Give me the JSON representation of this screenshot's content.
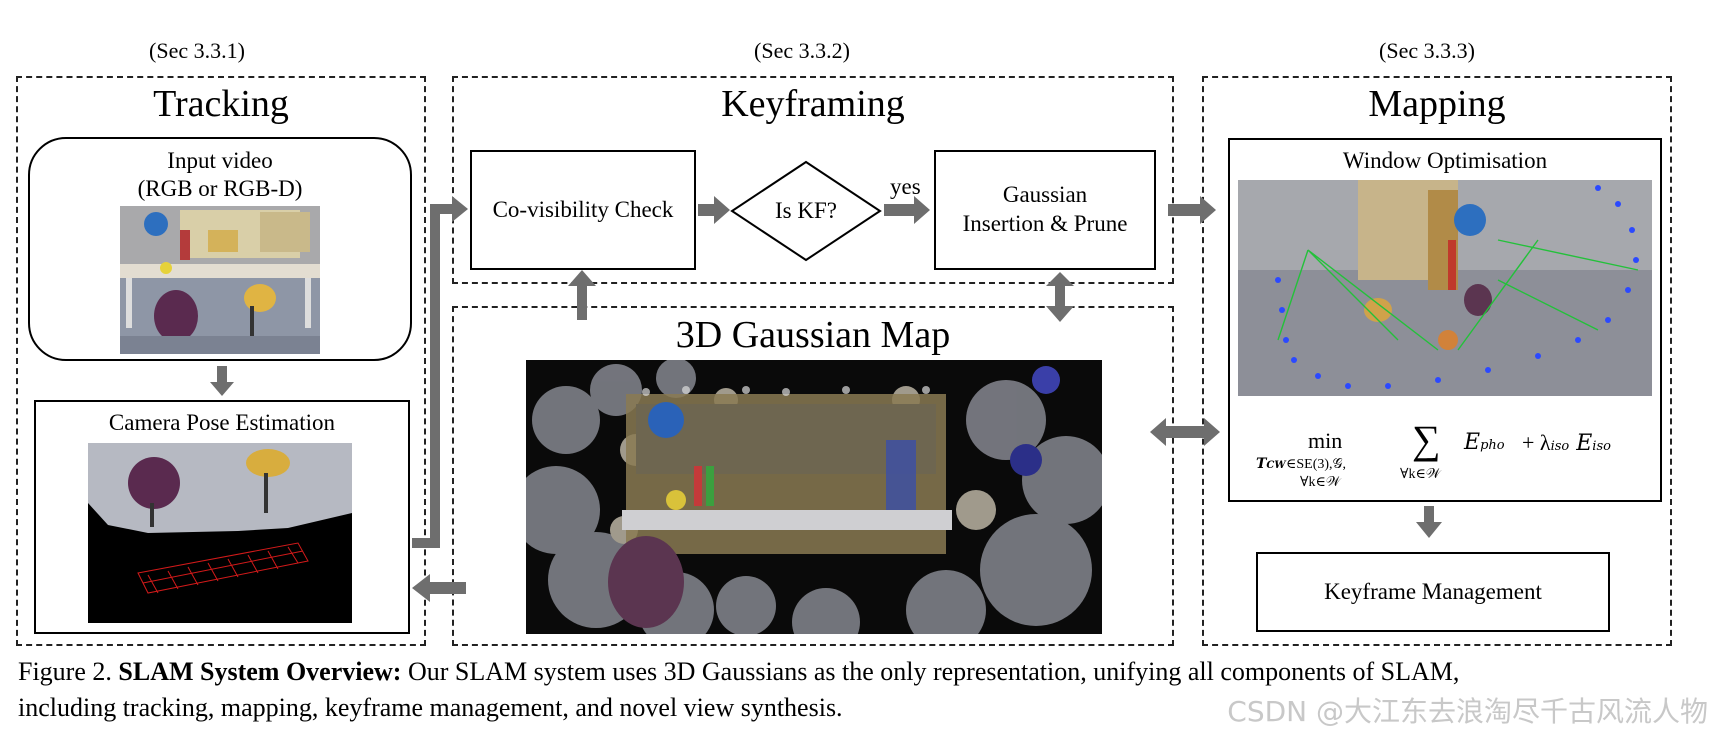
{
  "sections": {
    "tracking": {
      "sec": "(Sec 3.3.1)",
      "title": "Tracking"
    },
    "keyframing": {
      "sec": "(Sec 3.3.2)",
      "title": "Keyframing"
    },
    "mapping": {
      "sec": "(Sec 3.3.3)",
      "title": "Mapping"
    }
  },
  "tracking": {
    "input_line1": "Input video",
    "input_line2": "(RGB or RGB-D)",
    "pose_title": "Camera Pose Estimation"
  },
  "keyframing": {
    "covis": "Co-visibility Check",
    "is_kf": "Is KF?",
    "yes": "yes",
    "insert_line1": "Gaussian",
    "insert_line2": "Insertion & Prune"
  },
  "gaussian_map": {
    "title": "3D Gaussian Map"
  },
  "mapping": {
    "window_title": "Window Optimisation",
    "eq_min": "min",
    "eq_sub1": "T",
    "eq_sub_rest": "∈SE(3),𝒢,",
    "eq_sub2": "∀k∈𝒲",
    "eq_sum": "∑",
    "eq_sum_sub": "∀k∈𝒲",
    "eq_terms": "E",
    "eq_rest": "+ λ",
    "keyframe_mgmt": "Keyframe Management"
  },
  "caption": {
    "prefix": "Figure 2.",
    "bold": "SLAM System Overview:",
    "text": "Our SLAM system uses 3D Gaussians as the only representation, unifying all components of SLAM,",
    "line2": "including tracking, mapping, keyframe management, and novel view synthesis."
  },
  "watermark": "CSDN @大江东去浪淘尽千古风流人物",
  "colors": {
    "arrow": "#6e6e6e",
    "dashed_border": "#222222"
  }
}
